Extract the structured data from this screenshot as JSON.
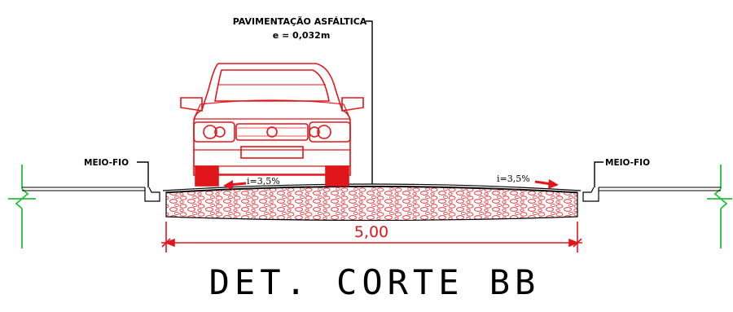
{
  "labels": {
    "paving_line1": "PAVIMENTAÇÃO ASFÁLTICA",
    "paving_line2": "e = 0,032m",
    "curb_left": "MEIO-FIO",
    "curb_right": "MEIO-FIO",
    "slope_left": "i=3,5%",
    "slope_right": "i=3,5%",
    "width_dimension": "5,00",
    "title": "DET. CORTE BB"
  },
  "colors": {
    "vehicle": "#e1161b",
    "dimension": "#e1161b",
    "break_symbol": "#22c03a",
    "lines": "#000000"
  }
}
